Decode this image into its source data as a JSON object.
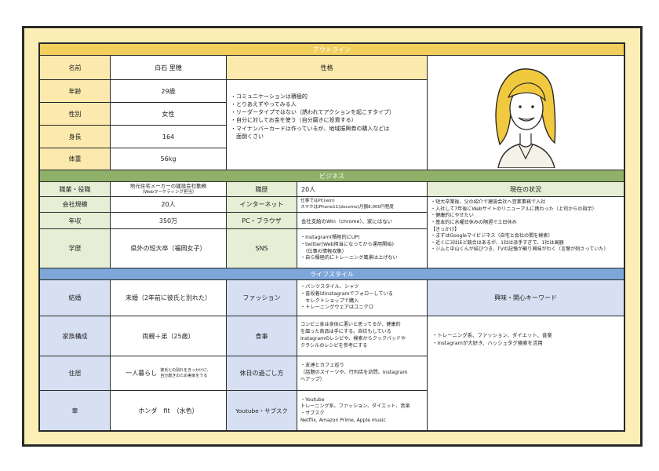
{
  "sections": {
    "outline": "アウトライン",
    "business": "ビジネス",
    "lifestyle": "ライフスタイル"
  },
  "colors": {
    "frame_bg": "#fcefb6",
    "outline_bar": "#f2cf5c",
    "business_bar": "#8fb068",
    "lifestyle_bar": "#7ea6d8"
  },
  "outline": {
    "name_label": "名前",
    "name_value": "白石 里穂",
    "age_label": "年齢",
    "age_value": "29歳",
    "gender_label": "性別",
    "gender_value": "女性",
    "height_label": "身長",
    "height_value": "164",
    "weight_label": "体重",
    "weight_value": "56kg",
    "personality_label": "性格",
    "personality_text": "・コミュニケーションは積極的\n・とりあえずやってみる人\n・リーダータイプではない（誘われてアクションを起こすタイプ）\n・自分に対してお金を使う（自分磨きに投資する）\n・マイナンバーカードは作っているが、地域振興券の購入などは\n　面倒くさい",
    "portrait_icon": "woman-portrait-icon"
  },
  "business": {
    "job_label": "職業・役職",
    "job_value": "地元住宅メーカーの建設会社勤務",
    "job_sub": "（Webマーケティング担当）",
    "company_size_label": "会社規模",
    "company_size_value": "20人",
    "income_label": "年収",
    "income_value": "350万",
    "education_label": "学歴",
    "education_value": "県外の短大卒（福岡女子）",
    "tenure_label": "職歴",
    "tenure_value": "20人",
    "internet_label": "インターネット",
    "internet_value": "仕事ではPC(win)\nスマホはiPhone11(docomo)月額8,000円程度",
    "pc_label": "PC・ブラウザ",
    "pc_value": "会社支給のWin（chrome）、家にはない",
    "sns_label": "SNS",
    "sns_value": "・Instagram(積極的にUP)\n・twitter(Web担当になってから運用開始)\n　（仕事の情報収集）\n・自ら積極的にトレーニング風景は上げない",
    "status_label": "現在の状況",
    "status_text": "・短大卒業後、父の紹介で建設会社へ営業事務で入社\n・入社して7年後にWebサイトのリニューアルに携わった（上司からの指示）\n・健康的にやせたい\n・基本的に水曜日休みの隔週で土日休み\n【きっかけ】\n・まずはGoogleマイビジネス（自宅と会社の間を検索）\n・近くに3社ほど競合はあるが、1社は派手すぎて、1社は高額\n・ジムと中山くんが結びつき、TVの記憶が蘇り興味がわく（言葉が刺さっていた）"
  },
  "lifestyle": {
    "marriage_label": "結婚",
    "marriage_value": "未婚（2年前に彼氏と別れた）",
    "family_label": "家族構成",
    "family_value": "両親＋弟（25歳）",
    "housing_label": "住居",
    "housing_value": "一人暮らし",
    "housing_note": "彼氏との別れをきっかけに、\n自分磨きのため実家をでる",
    "car_label": "車",
    "car_value": "ホンダ　fit　（水色）",
    "fashion_label": "ファッション",
    "fashion_value": "・パンツスタイル、シャツ\n・普段着はInstagramでフォローしている\n　セレクトショップで購入\n・トレーニングウェアはユニクロ",
    "food_label": "食事",
    "food_value": "コンビニ食は身体に悪いと思ってるが、健康的\nを謳った商品は手にする。自炊もしている\nInstagramのレシピや、検索からクックパッドや\nクラシルのレシピを参考にする",
    "holiday_label": "休日の過ごし方",
    "holiday_value": "・友達とカフェ巡り\n（話題のスイーツや、行列店を訪問、Instagram\nへアップ）",
    "youtube_label": "Youtube・サブスク",
    "youtube_value": "・Youtube\nトレーニング系、ファッション、ダイエット、音楽\n・サブスク\nNetflix, Amazon Prime, Apple music",
    "interest_label": "興味・関心キーワード",
    "interest_text": "・トレーニング系、ファッション、ダイエット、音楽\n・Instagramが大好き、ハッシュタグ検索を活用"
  }
}
